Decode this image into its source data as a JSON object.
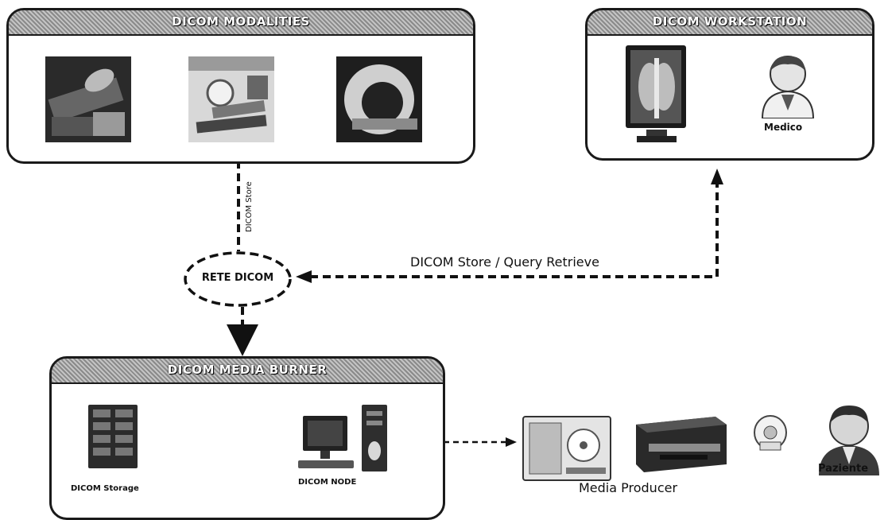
{
  "modalities": {
    "title": "DICOM MODALITIES"
  },
  "workstation": {
    "title": "DICOM WORKSTATION",
    "doctor_label": "Medico"
  },
  "network": {
    "label": "RETE DICOM"
  },
  "burner": {
    "title": "DICOM MEDIA BURNER",
    "storage_label": "DICOM Storage",
    "node_label": "DICOM NODE"
  },
  "links": {
    "store": "DICOM Store",
    "store_query": "DICOM Store / Query Retrieve"
  },
  "producer": {
    "label": "Media Producer"
  },
  "patient": {
    "label": "Paziente"
  }
}
